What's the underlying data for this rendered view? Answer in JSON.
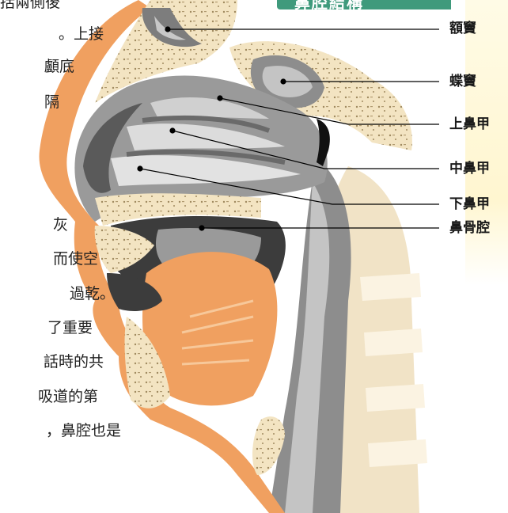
{
  "header": {
    "title": "鼻腔結構"
  },
  "body_text": [
    "括兩側後",
    "。上接",
    "顱底",
    "隔",
    "灰",
    "而使空",
    "過乾。",
    "了重要",
    "話時的共",
    "吸道的第",
    "，鼻腔也是"
  ],
  "labels": [
    "額竇",
    "蝶竇",
    "上鼻甲",
    "中鼻甲",
    "下鼻甲",
    "鼻骨腔"
  ],
  "colors": {
    "bone": "#f3e4c2",
    "muscle": "#f0a060",
    "soft_tissue": "#b8b8b8",
    "dark_cavity": "#3c3c3c",
    "header_bg": "#3f9a7c"
  }
}
